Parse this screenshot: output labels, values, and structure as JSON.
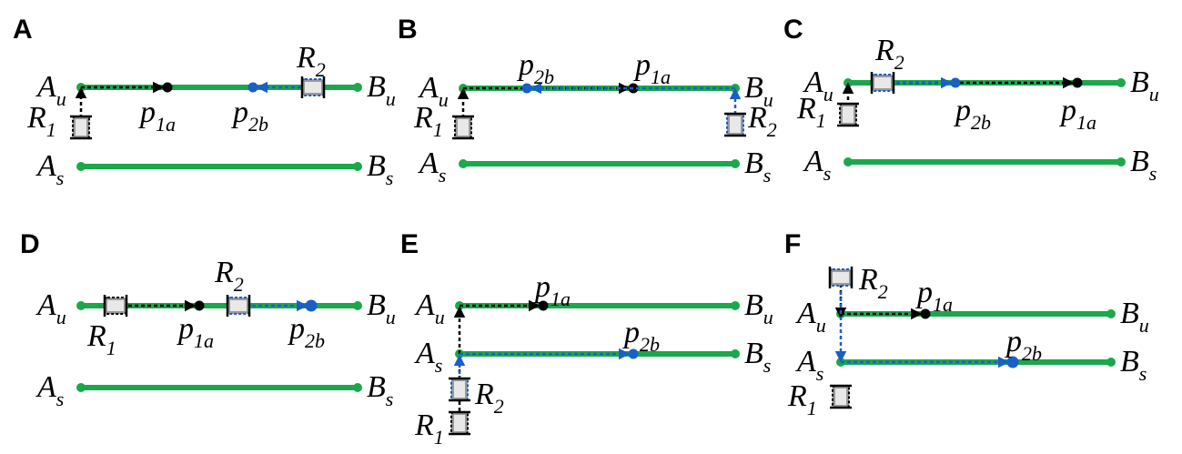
{
  "colors": {
    "path": "#1aa84b",
    "robot1": "#000000",
    "robot2": "#1a5fc8",
    "robot_body": "#9a9a9a"
  },
  "icons": {
    "robot": "robot-icon",
    "arrow": "arrow-head-icon"
  },
  "panels": [
    {
      "id": "A",
      "label": "A",
      "segments": [
        "u",
        "s"
      ],
      "points": [
        {
          "id": "p1a",
          "main": "p",
          "sub": "1a",
          "color": "robot1",
          "seg": "u"
        },
        {
          "id": "p2b",
          "main": "p",
          "sub": "2b",
          "color": "robot2",
          "seg": "u"
        }
      ],
      "robots": [
        {
          "id": "R1",
          "main": "R",
          "sub": "1",
          "color": "robot1"
        },
        {
          "id": "R2",
          "main": "R",
          "sub": "2",
          "color": "robot2"
        }
      ]
    },
    {
      "id": "B",
      "label": "B",
      "segments": [
        "u",
        "s"
      ],
      "points": [
        {
          "id": "p2b",
          "main": "p",
          "sub": "2b",
          "color": "robot2",
          "seg": "u"
        },
        {
          "id": "p1a",
          "main": "p",
          "sub": "1a",
          "color": "robot1",
          "seg": "u"
        }
      ],
      "robots": [
        {
          "id": "R1",
          "main": "R",
          "sub": "1",
          "color": "robot1"
        },
        {
          "id": "R2",
          "main": "R",
          "sub": "2",
          "color": "robot2"
        }
      ]
    },
    {
      "id": "C",
      "label": "C",
      "segments": [
        "u",
        "s"
      ],
      "points": [
        {
          "id": "p2b",
          "main": "p",
          "sub": "2b",
          "color": "robot2",
          "seg": "u"
        },
        {
          "id": "p1a",
          "main": "p",
          "sub": "1a",
          "color": "robot1",
          "seg": "u"
        }
      ],
      "robots": [
        {
          "id": "R1",
          "main": "R",
          "sub": "1",
          "color": "robot1"
        },
        {
          "id": "R2",
          "main": "R",
          "sub": "2",
          "color": "robot2"
        }
      ]
    },
    {
      "id": "D",
      "label": "D",
      "segments": [
        "u",
        "s"
      ],
      "points": [
        {
          "id": "p1a",
          "main": "p",
          "sub": "1a",
          "color": "robot1",
          "seg": "u"
        },
        {
          "id": "p2b",
          "main": "p",
          "sub": "2b",
          "color": "robot2",
          "seg": "u"
        }
      ],
      "robots": [
        {
          "id": "R1",
          "main": "R",
          "sub": "1",
          "color": "robot1"
        },
        {
          "id": "R2",
          "main": "R",
          "sub": "2",
          "color": "robot2"
        }
      ]
    },
    {
      "id": "E",
      "label": "E",
      "segments": [
        "u",
        "s"
      ],
      "points": [
        {
          "id": "p1a",
          "main": "p",
          "sub": "1a",
          "color": "robot1",
          "seg": "u"
        },
        {
          "id": "p2b",
          "main": "p",
          "sub": "2b",
          "color": "robot2",
          "seg": "s"
        }
      ],
      "robots": [
        {
          "id": "R2",
          "main": "R",
          "sub": "2",
          "color": "robot2"
        },
        {
          "id": "R1",
          "main": "R",
          "sub": "1",
          "color": "robot1"
        }
      ]
    },
    {
      "id": "F",
      "label": "F",
      "segments": [
        "u",
        "s"
      ],
      "points": [
        {
          "id": "p1a",
          "main": "p",
          "sub": "1a",
          "color": "robot1",
          "seg": "u"
        },
        {
          "id": "p2b",
          "main": "p",
          "sub": "2b",
          "color": "robot2",
          "seg": "s"
        }
      ],
      "robots": [
        {
          "id": "R2",
          "main": "R",
          "sub": "2",
          "color": "robot2"
        },
        {
          "id": "R1",
          "main": "R",
          "sub": "1",
          "color": "robot1"
        }
      ]
    }
  ],
  "endpoints": {
    "u": {
      "left": {
        "main": "A",
        "sub": "u"
      },
      "right": {
        "main": "B",
        "sub": "u"
      }
    },
    "s": {
      "left": {
        "main": "A",
        "sub": "s"
      },
      "right": {
        "main": "B",
        "sub": "s"
      }
    }
  }
}
